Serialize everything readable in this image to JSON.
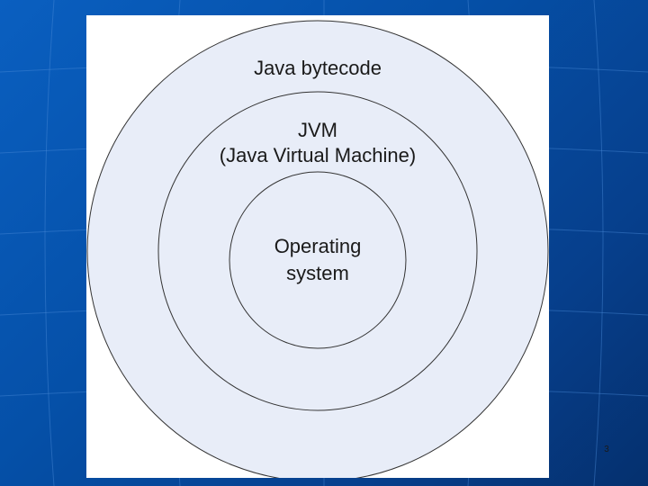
{
  "slide": {
    "number": "3",
    "background_color": "#0550a8",
    "grid_color": "#3a7fd0"
  },
  "diagram": {
    "fill_color": "#e8edf8",
    "stroke_color": "#333333",
    "outer_ring": {
      "label": "Java bytecode"
    },
    "middle_ring": {
      "label_line1": "JVM",
      "label_line2": "(Java Virtual Machine)"
    },
    "inner_circle": {
      "label_line1": "Operating",
      "label_line2": "system"
    }
  }
}
